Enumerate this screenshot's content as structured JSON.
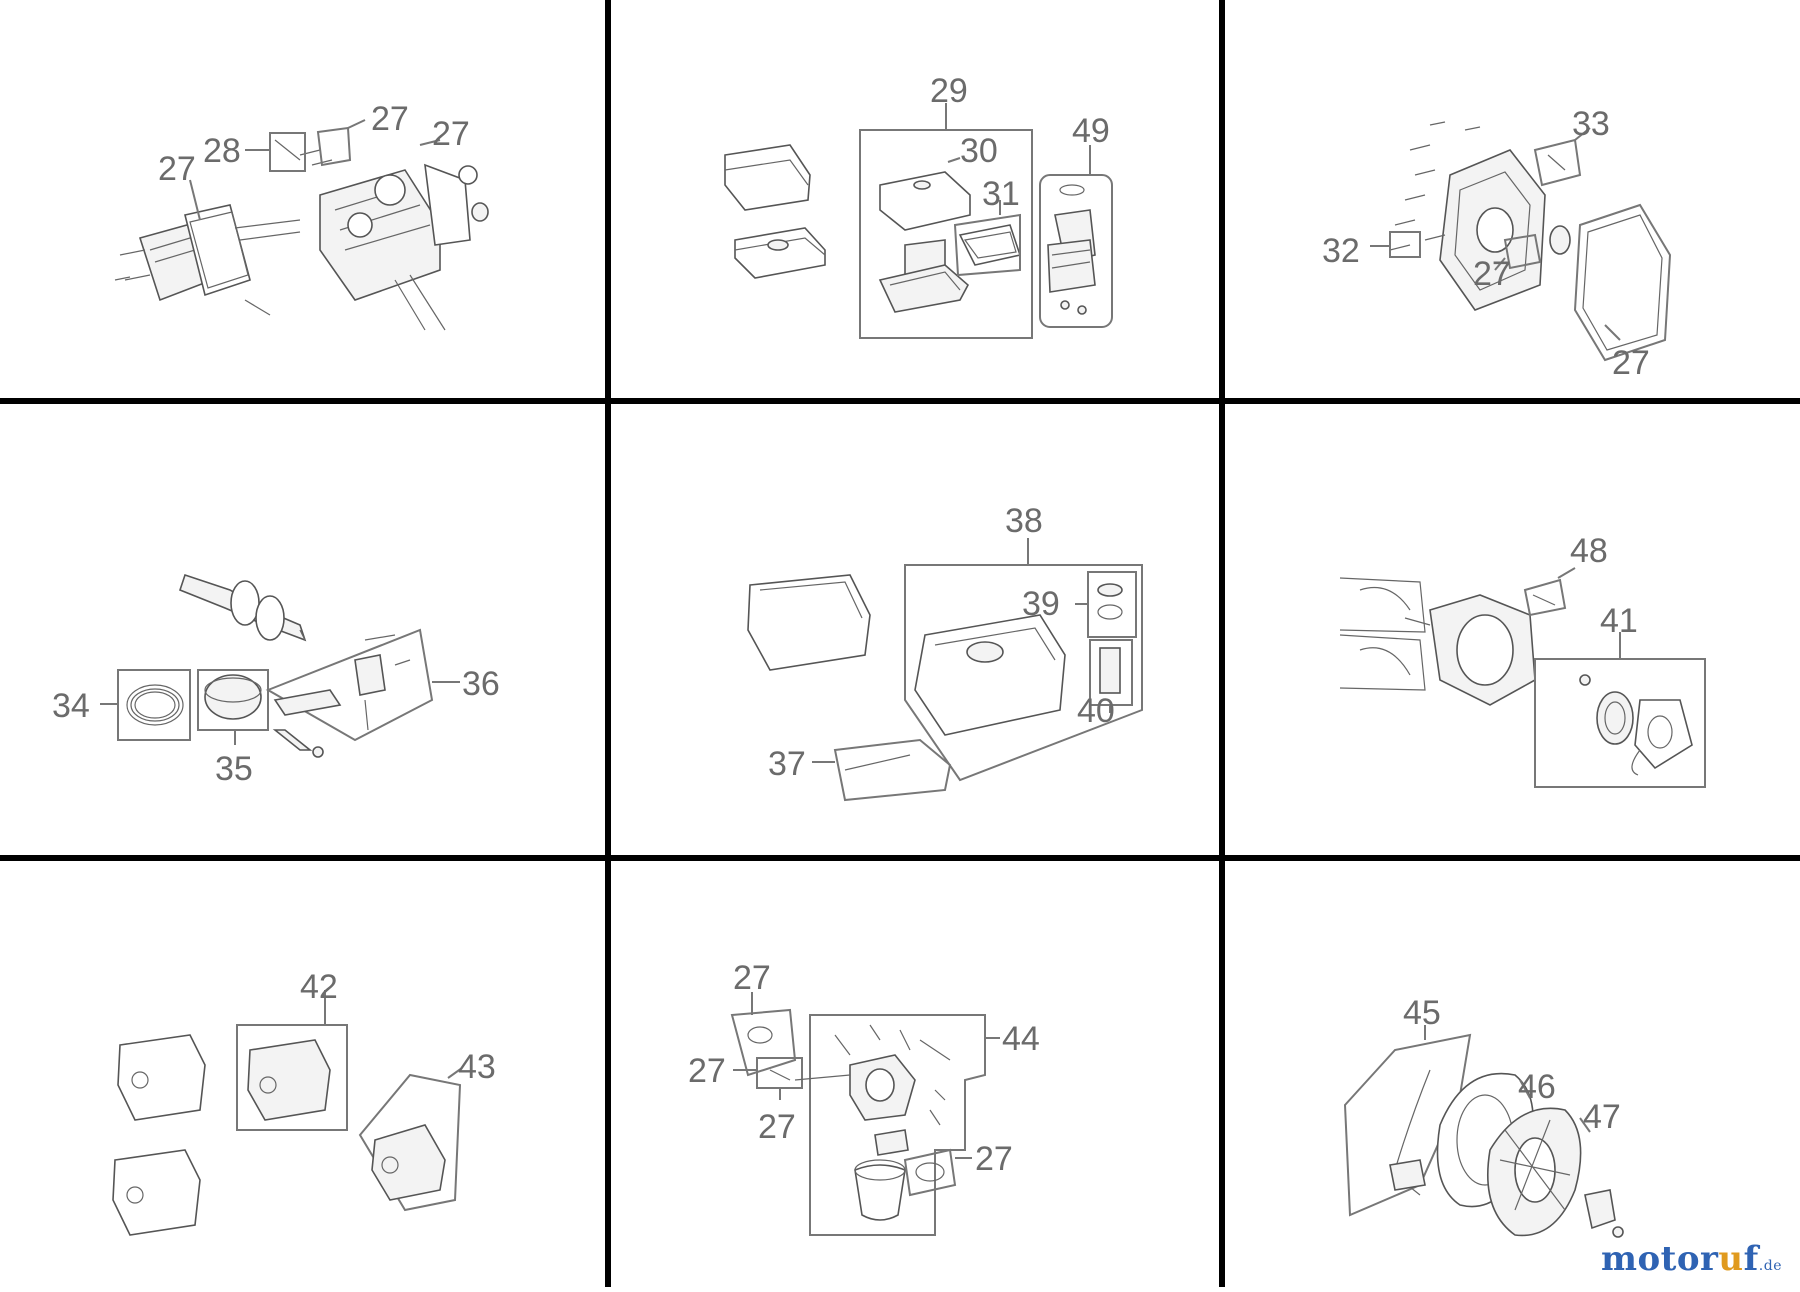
{
  "diagram": {
    "labels": {
      "p1": [
        "27",
        "28",
        "27",
        "27"
      ],
      "p2": [
        "29",
        "30",
        "31",
        "49"
      ],
      "p3": [
        "33",
        "32",
        "27",
        "27"
      ],
      "p4": [
        "34",
        "35",
        "36"
      ],
      "p5": [
        "38",
        "39",
        "40",
        "37"
      ],
      "p6": [
        "48",
        "41"
      ],
      "p7": [
        "42",
        "43"
      ],
      "p8": [
        "27",
        "27",
        "27",
        "44",
        "27"
      ],
      "p9": [
        "45",
        "46",
        "47"
      ]
    }
  },
  "watermark": {
    "part1": "motor",
    "part2": "u",
    "part3": "f",
    "suffix": ".de"
  },
  "colors": {
    "grid": "#000000",
    "label": "#6b6b6b",
    "brand_blue": "#2f63b3",
    "brand_orange": "#e09a1e"
  }
}
